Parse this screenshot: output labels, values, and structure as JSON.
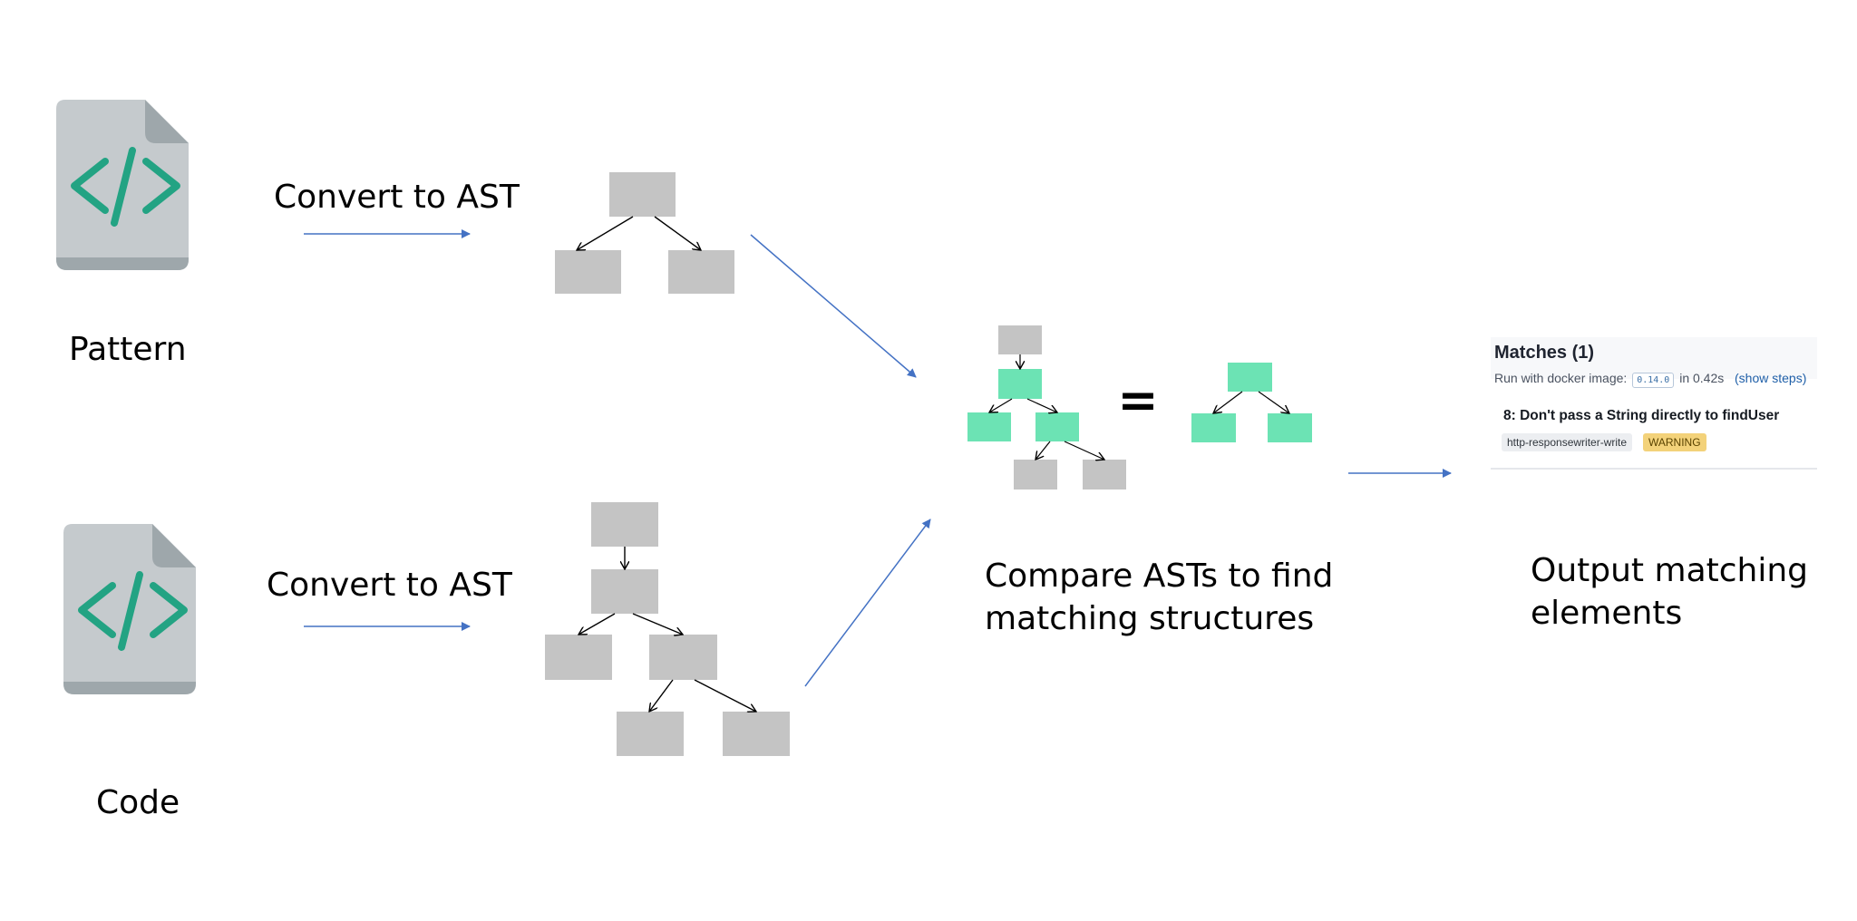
{
  "pattern_label": "Pattern",
  "code_label": "Code",
  "convert_label_top": "Convert to AST",
  "convert_label_bottom": "Convert to AST",
  "compare_label_line1": "Compare ASTs to find",
  "compare_label_line2": "matching structures",
  "output_label_line1": "Output matching",
  "output_label_line2": "elements",
  "equals_sign": "=",
  "matches_panel": {
    "title": "Matches (1)",
    "run_prefix": "Run with docker image:",
    "docker_version": "0.14.0",
    "run_suffix": "in 0.42s",
    "show_steps": "(show steps)",
    "result_title": "8: Don't pass a String directly to findUser",
    "rule_id": "http-responsewriter-write",
    "severity": "WARNING"
  },
  "colors": {
    "node_gray": "#c4c4c4",
    "node_green": "#6ce3b4",
    "arrow_blue": "#4472c4",
    "file_body": "#c5cacd",
    "file_fold": "#9ea7ab",
    "code_symbol": "#23a383"
  },
  "icons": [
    "code-file-icon",
    "code-file-icon"
  ]
}
